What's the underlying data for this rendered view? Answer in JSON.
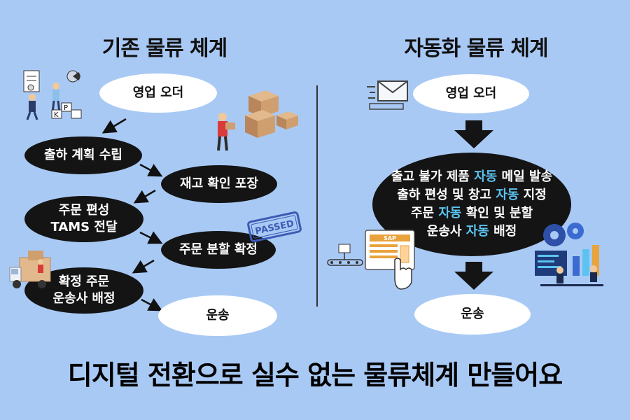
{
  "left": {
    "title": "기존 물류 체계",
    "nodes": {
      "order": "영업 오더",
      "plan": "출하 계획 수립",
      "check": "재고 확인 포장",
      "org_line1": "주문 편성",
      "org_line2": "TAMS 전달",
      "split": "주문 분할  확정",
      "confirm_line1": "확정 주문",
      "confirm_line2": "운송사 배정",
      "ship": "운송"
    },
    "stamp": "PASSED",
    "box_letters": [
      "P",
      "K"
    ]
  },
  "right": {
    "title": "자동화 물류 체계",
    "order": "영업 오더",
    "center_lines": [
      {
        "pre": "출고 불가 제품 ",
        "hl": "자동",
        "post": " 메일 발송"
      },
      {
        "pre": "출하 편성 및 창고 ",
        "hl": "자동",
        "post": " 지정"
      },
      {
        "pre": "주문 ",
        "hl": "자동",
        "post": " 확인 및 분할"
      },
      {
        "pre": "운송사 ",
        "hl": "자동",
        "post": " 배정"
      }
    ],
    "ship": "운송",
    "sap_label": "SAP"
  },
  "footer": "디지털 전환으로 실수 없는 물류체계 만들어요",
  "colors": {
    "background": "#a9c9f5",
    "highlight": "#5cc3f0",
    "node_dark": "#141414",
    "node_light": "#ffffff",
    "stamp": "#3b5bb5"
  }
}
